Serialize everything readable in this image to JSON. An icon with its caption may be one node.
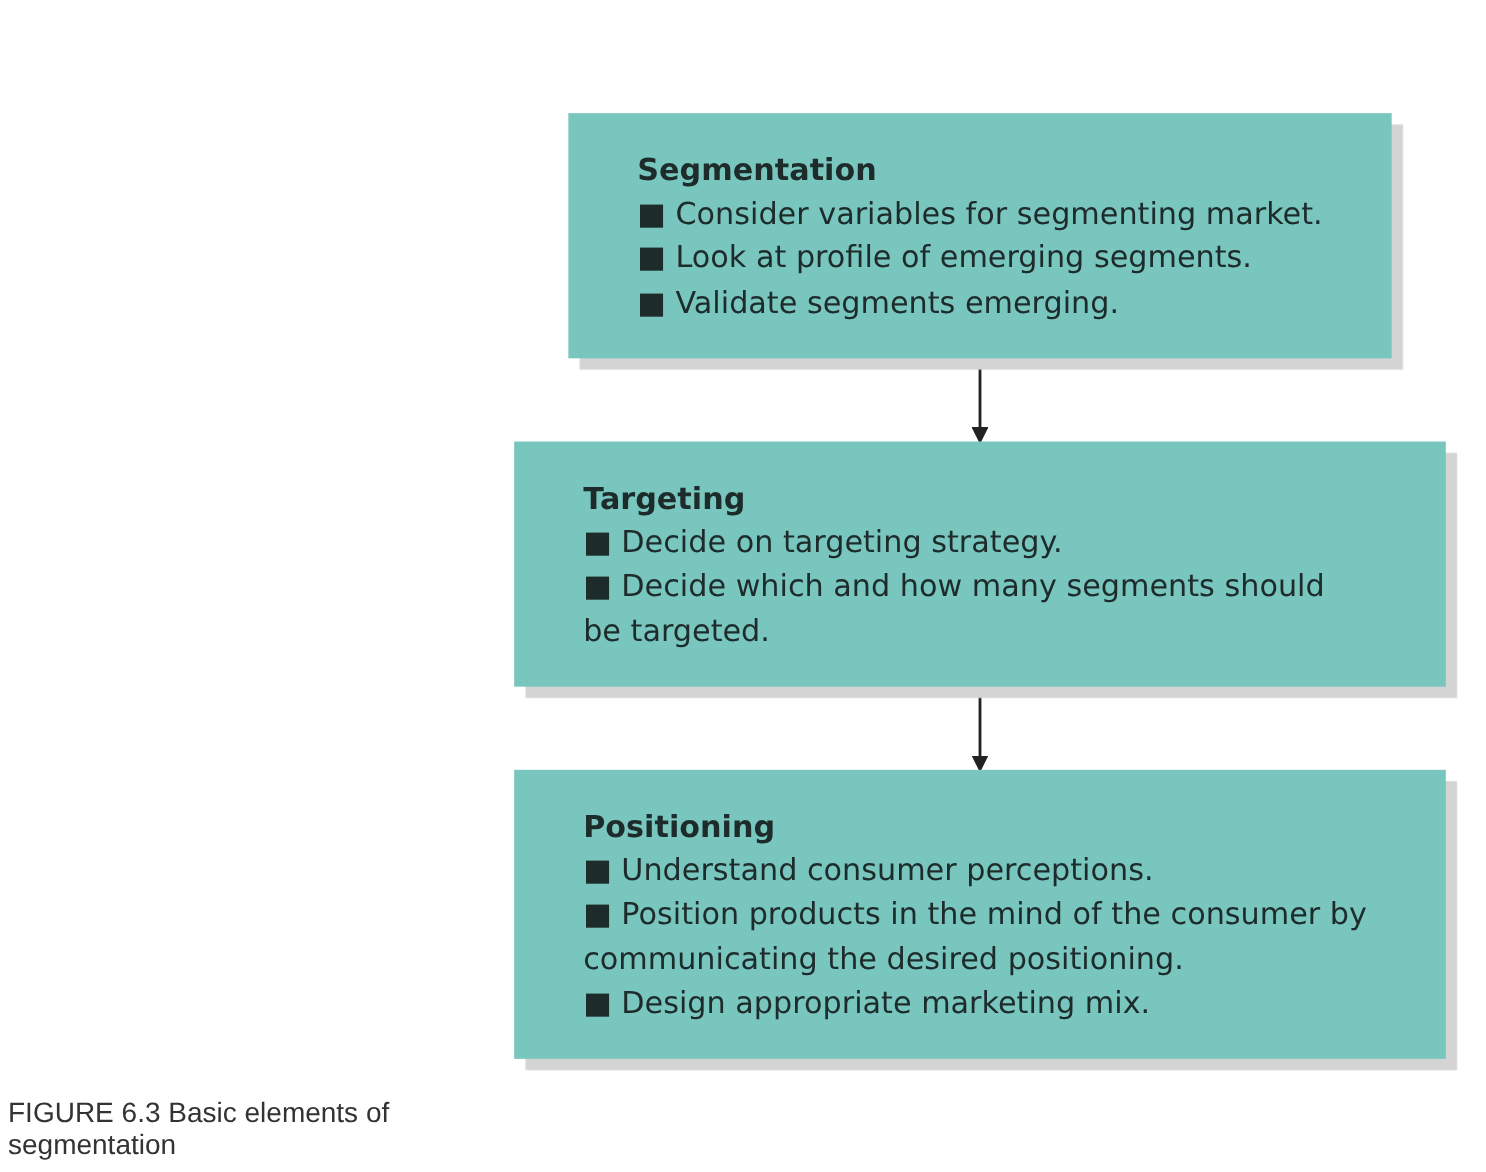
{
  "diagram": {
    "caption": "FIGURE 6.3 Basic elements of segmentation",
    "nodes": [
      {
        "text": [
          "Segmentation",
          "■ Consider variables for segmenting market.",
          "■ Look at profile of emerging segments.",
          "■ Validate segments emerging."
        ]
      },
      {
        "text": [
          "Targeting",
          "■ Decide on targeting strategy.",
          "■ Decide which and how many segments should be targeted."
        ]
      },
      {
        "text": [
          "Positioning",
          "■ Understand consumer perceptions.",
          "■ Position products in the mind of the consumer by communicating the desired positioning.",
          "■ Design appropriate marketing mix."
        ]
      }
    ],
    "edges": [
      {
        "from": 0,
        "to": 1,
        "arrow": "to"
      },
      {
        "from": 1,
        "to": 2,
        "arrow": "to"
      }
    ]
  }
}
